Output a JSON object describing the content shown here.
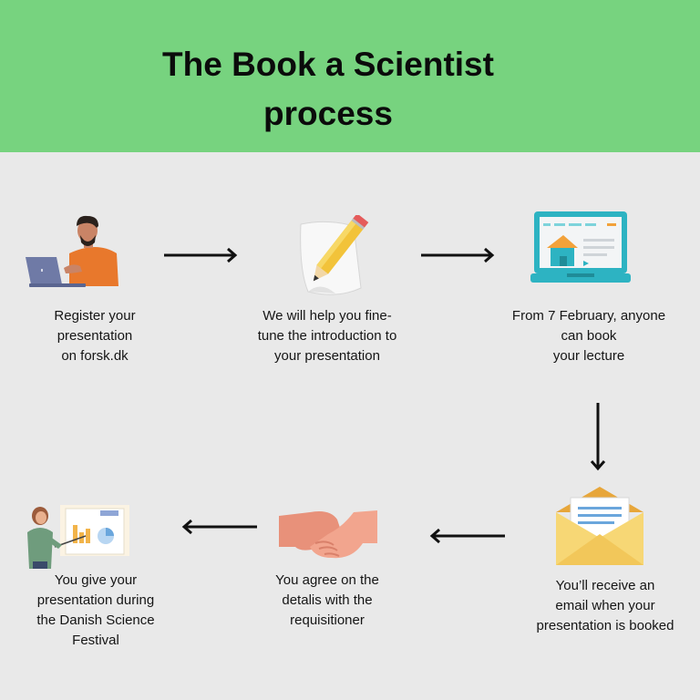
{
  "title": {
    "line1": "The Book a Scientist",
    "line2": "process"
  },
  "colors": {
    "header": "#77d37f",
    "background": "#e9e9e9",
    "arrow": "#111111"
  },
  "steps": [
    {
      "icon": "person-laptop-icon",
      "text": "Register your\npresentation\non forsk.dk"
    },
    {
      "icon": "pencil-paper-icon",
      "text": "We will help you fine-\ntune the introduction to\nyour presentation"
    },
    {
      "icon": "laptop-website-icon",
      "text": "From 7 February, anyone\ncan book\nyour lecture"
    },
    {
      "icon": "envelope-icon",
      "text": "You’ll receive an\nemail when your\npresentation is booked"
    },
    {
      "icon": "handshake-icon",
      "text": "You agree on the\ndetalis with the\nrequisitioner"
    },
    {
      "icon": "presenter-icon",
      "text": "You give your\npresentation during\nthe Danish Science\nFestival"
    }
  ]
}
